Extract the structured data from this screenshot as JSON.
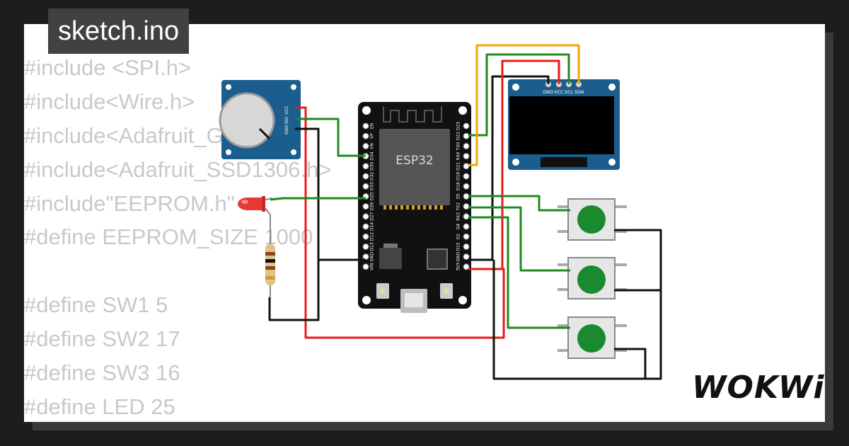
{
  "title": "sketch.ino",
  "code_lines": [
    "#include <SPI.h>",
    "#include<Wire.h>",
    "#include<Adafruit_GFX.h>",
    "#include<Adafruit_SSD1306.h>",
    "#include\"EEPROM.h\"",
    "#define EEPROM_SIZE 1000",
    "",
    "#define SW1 5",
    "#define SW2 17",
    "#define SW3 16",
    "#define LED 25"
  ],
  "esp32": {
    "label": "ESP32",
    "left_pins": [
      "EN",
      "VP",
      "VN",
      "D34",
      "D35",
      "D32",
      "D33",
      "D25",
      "D26",
      "D27",
      "D14",
      "D12",
      "D13",
      "GND",
      "VIN"
    ],
    "right_pins": [
      "D23",
      "D22",
      "TX0",
      "RX0",
      "D21",
      "D19",
      "D18",
      "D5",
      "TX2",
      "RX2",
      "D4",
      "D2",
      "D15",
      "GND",
      "3V3"
    ]
  },
  "potentiometer": {
    "pins": [
      "GND",
      "SIG",
      "VCC"
    ]
  },
  "oled": {
    "pins": [
      "GND",
      "VCC",
      "SCL",
      "SDA"
    ]
  },
  "logo": "WOKWi",
  "colors": {
    "background": "#1d1d1f",
    "card": "#ffffff",
    "wire_red": "#e81a1a",
    "wire_green": "#1f8a1f",
    "wire_black": "#111111",
    "wire_yellow": "#f0a800",
    "board_blue": "#1b5e8e",
    "button_green": "#1a8a2e"
  }
}
